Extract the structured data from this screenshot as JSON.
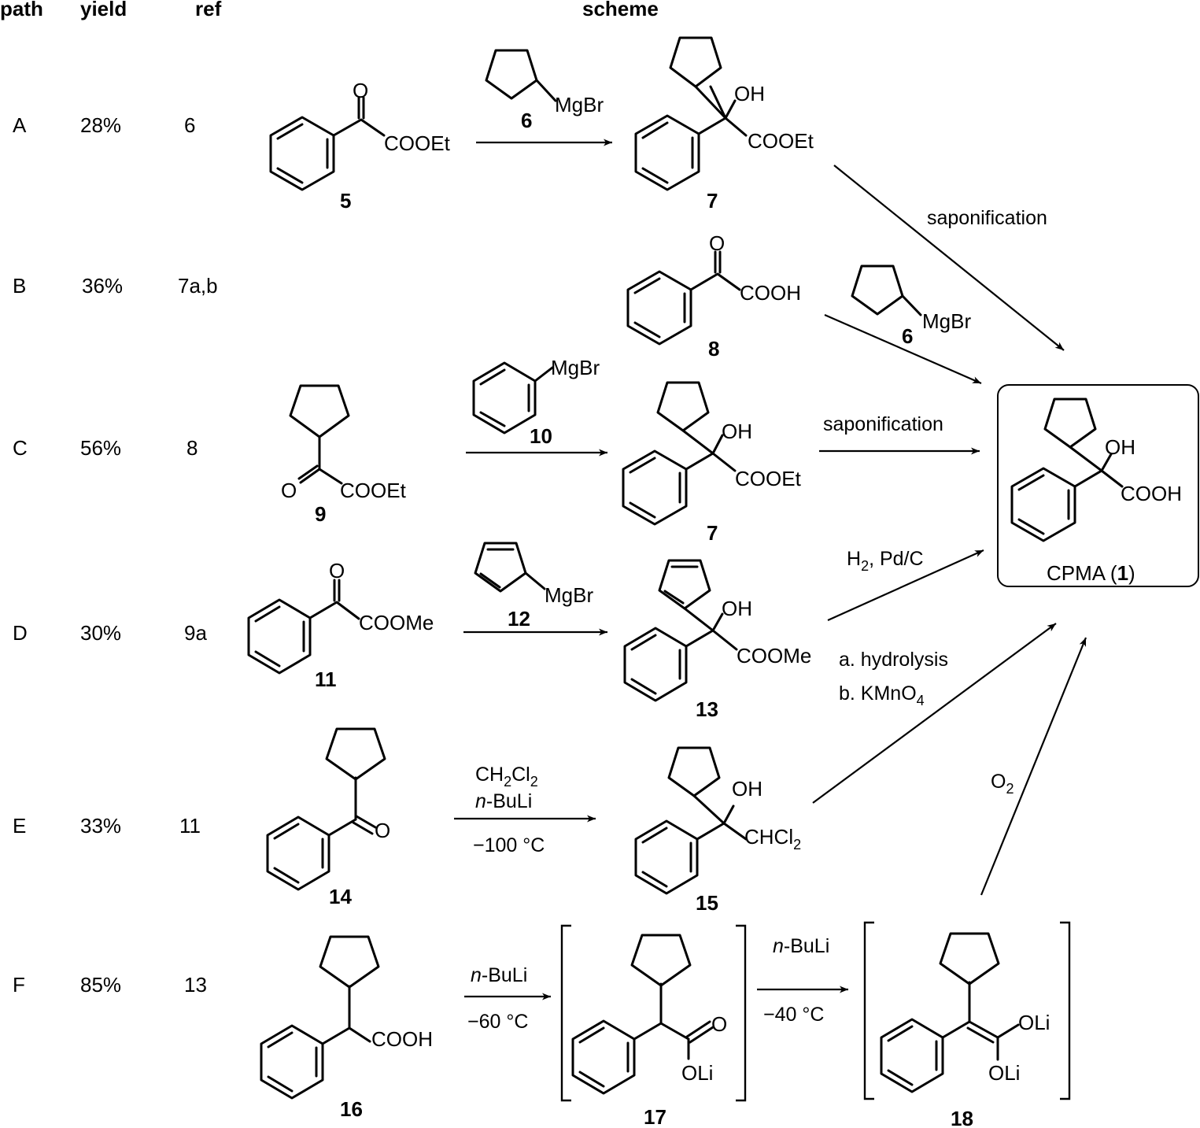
{
  "headers": {
    "path": "path",
    "yield": "yield",
    "ref": "ref",
    "scheme": "scheme"
  },
  "rows": [
    {
      "path": "A",
      "yield": "28%",
      "ref": "6"
    },
    {
      "path": "B",
      "yield": "36%",
      "ref": "7a,b"
    },
    {
      "path": "C",
      "yield": "56%",
      "ref": "8"
    },
    {
      "path": "D",
      "yield": "30%",
      "ref": "9a"
    },
    {
      "path": "E",
      "yield": "33%",
      "ref": "11"
    },
    {
      "path": "F",
      "yield": "85%",
      "ref": "13"
    }
  ],
  "atoms": {
    "o": "O",
    "oh": "OH",
    "cooet": "COOEt",
    "cooh": "COOH",
    "coome": "COOMe",
    "mgbr": "MgBr",
    "oli": "OLi",
    "chcl": "CHCl",
    "sub2": "2"
  },
  "compounds": {
    "c1": "1",
    "c5": "5",
    "c6": "6",
    "c7": "7",
    "c8": "8",
    "c9": "9",
    "c10": "10",
    "c11": "11",
    "c12": "12",
    "c13": "13",
    "c14": "14",
    "c15": "15",
    "c16": "16",
    "c17": "17",
    "c18": "18"
  },
  "product": {
    "prefix": "CPMA (",
    "number": "1",
    "suffix": ")"
  },
  "reagents": {
    "saponification": "saponification",
    "h2_a": "H",
    "h2_sub": "2",
    "h2_b": ", Pd/C",
    "hydrolysis": "a. hydrolysis",
    "kmno_a": "b. KMnO",
    "kmno_sub": "4",
    "o2_a": "O",
    "o2_sub": "2",
    "ch2cl2_a": "CH",
    "ch2cl2_s1": "2",
    "ch2cl2_b": "Cl",
    "ch2cl2_s2": "2",
    "nbuli_n": "n",
    "nbuli_rest": "-BuLi",
    "minus100": "−100 °C",
    "minus60": "−60 °C",
    "minus40": "−40 °C"
  }
}
